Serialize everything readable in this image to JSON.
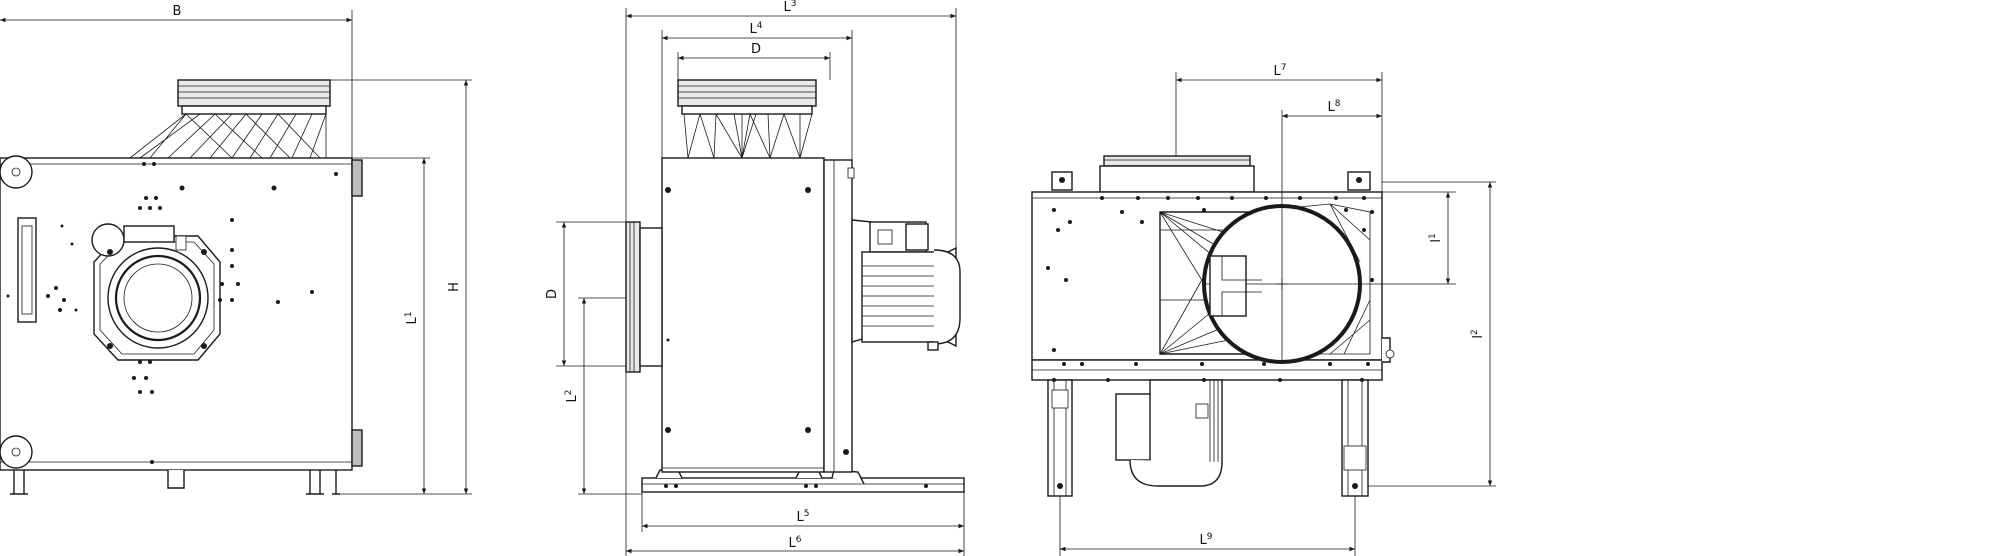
{
  "views": {
    "front": {
      "dimensions": [
        {
          "id": "B",
          "base": "B",
          "sup": ""
        },
        {
          "id": "H",
          "base": "H",
          "sup": ""
        },
        {
          "id": "L1",
          "base": "L",
          "sup": "1"
        }
      ]
    },
    "side": {
      "dimensions": [
        {
          "id": "L3",
          "base": "L",
          "sup": "3"
        },
        {
          "id": "L4",
          "base": "L",
          "sup": "4"
        },
        {
          "id": "D_top",
          "base": "D",
          "sup": ""
        },
        {
          "id": "D_left",
          "base": "D",
          "sup": ""
        },
        {
          "id": "L2",
          "base": "L",
          "sup": "2"
        },
        {
          "id": "L5",
          "base": "L",
          "sup": "5"
        },
        {
          "id": "L6",
          "base": "L",
          "sup": "6"
        }
      ]
    },
    "rear": {
      "dimensions": [
        {
          "id": "L7",
          "base": "L",
          "sup": "7"
        },
        {
          "id": "L8",
          "base": "L",
          "sup": "8"
        },
        {
          "id": "l1",
          "base": "l",
          "sup": "1"
        },
        {
          "id": "l2",
          "base": "l",
          "sup": "2"
        },
        {
          "id": "L9",
          "base": "L",
          "sup": "9"
        }
      ]
    }
  }
}
